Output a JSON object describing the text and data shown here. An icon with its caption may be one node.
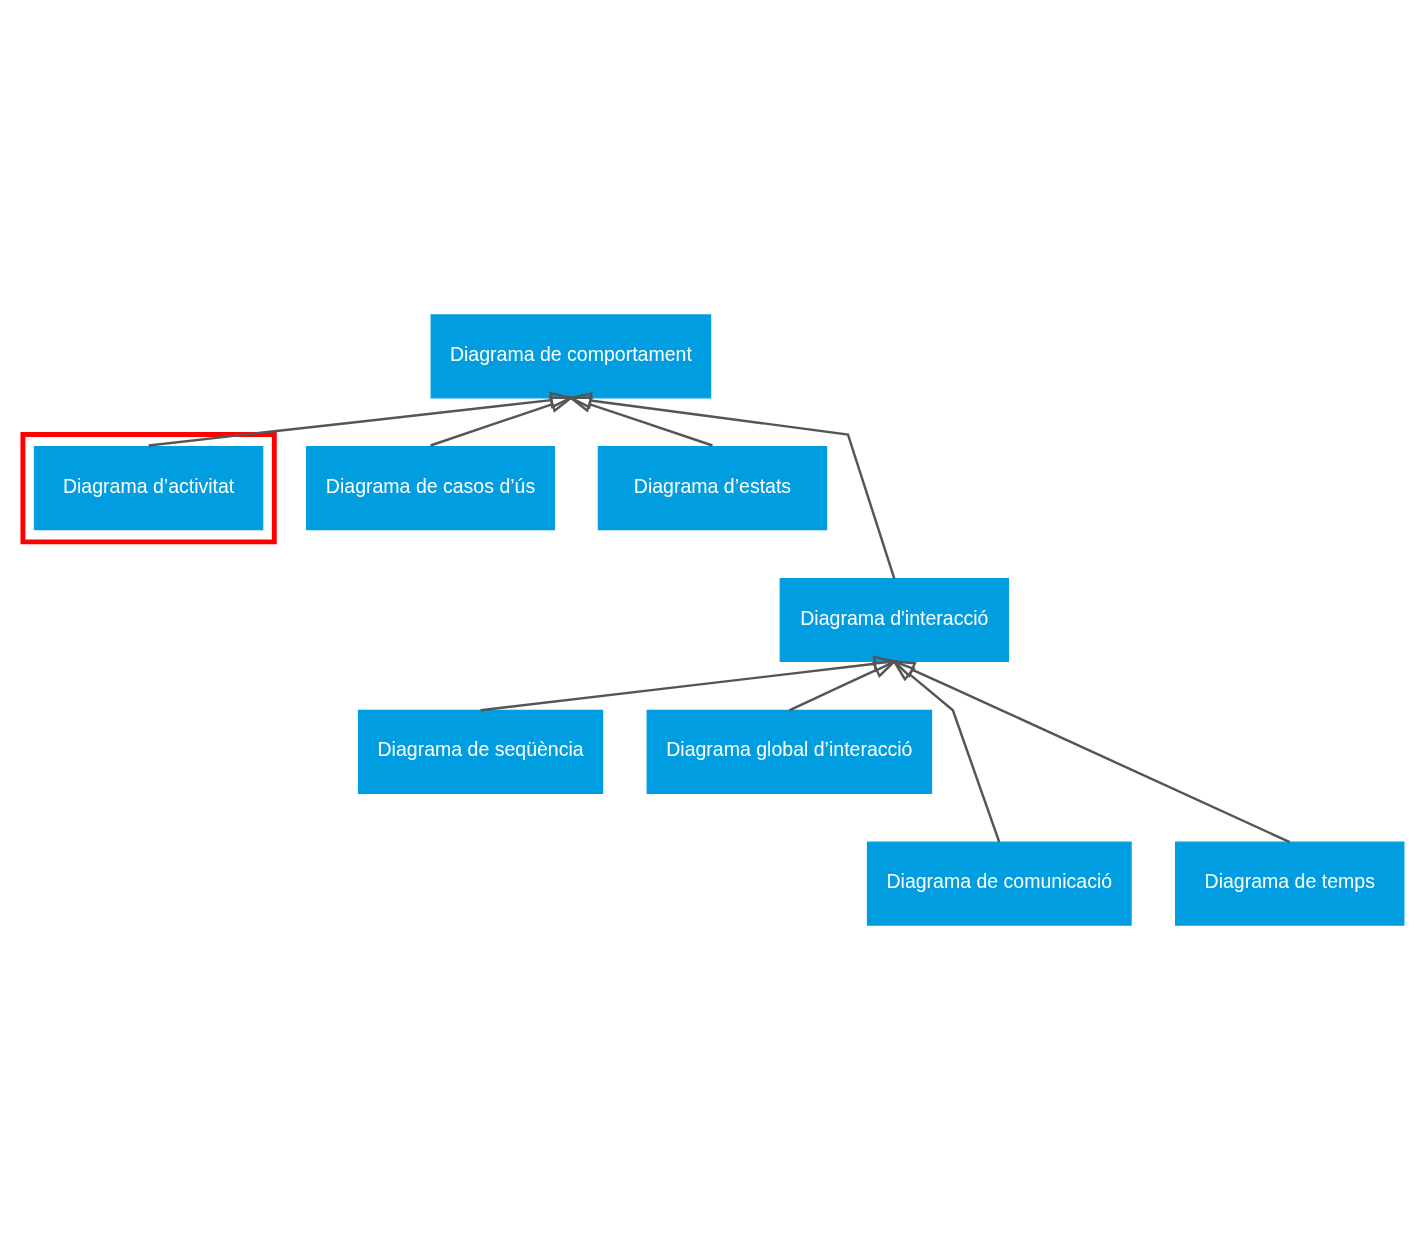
{
  "diagram": {
    "nodes": [
      {
        "text": [
          "Diagrama de comportament"
        ]
      },
      {
        "text": [],
        "shape": "box"
      },
      {
        "text": [
          "Diagrama d’activitat"
        ],
        "in": 1
      },
      {
        "text": [
          "Diagrama de casos d’ús"
        ]
      },
      {
        "text": [
          "Diagrama d’estats"
        ]
      },
      {
        "text": [
          "Diagrama d'interacció"
        ]
      },
      {
        "text": [
          "Diagrama de seqüència"
        ]
      },
      {
        "text": [
          "Diagrama global d’interacció"
        ]
      },
      {
        "text": [
          "Diagrama de comunicació"
        ]
      },
      {
        "text": [
          "Diagrama de temps"
        ]
      }
    ],
    "edges": [
      {
        "from": 2,
        "to": 0,
        "arrow": "to"
      },
      {
        "from": 5,
        "to": 0,
        "arrow": "to"
      },
      {
        "from": 3,
        "to": 0,
        "arrow": "to"
      },
      {
        "from": 4,
        "to": 0,
        "arrow": "to"
      },
      {
        "from": 6,
        "to": 5,
        "arrow": "to"
      },
      {
        "from": 8,
        "to": 5,
        "arrow": "to"
      },
      {
        "from": 7,
        "to": 5,
        "arrow": "to"
      },
      {
        "from": 9,
        "to": 5,
        "arrow": "to"
      }
    ]
  }
}
